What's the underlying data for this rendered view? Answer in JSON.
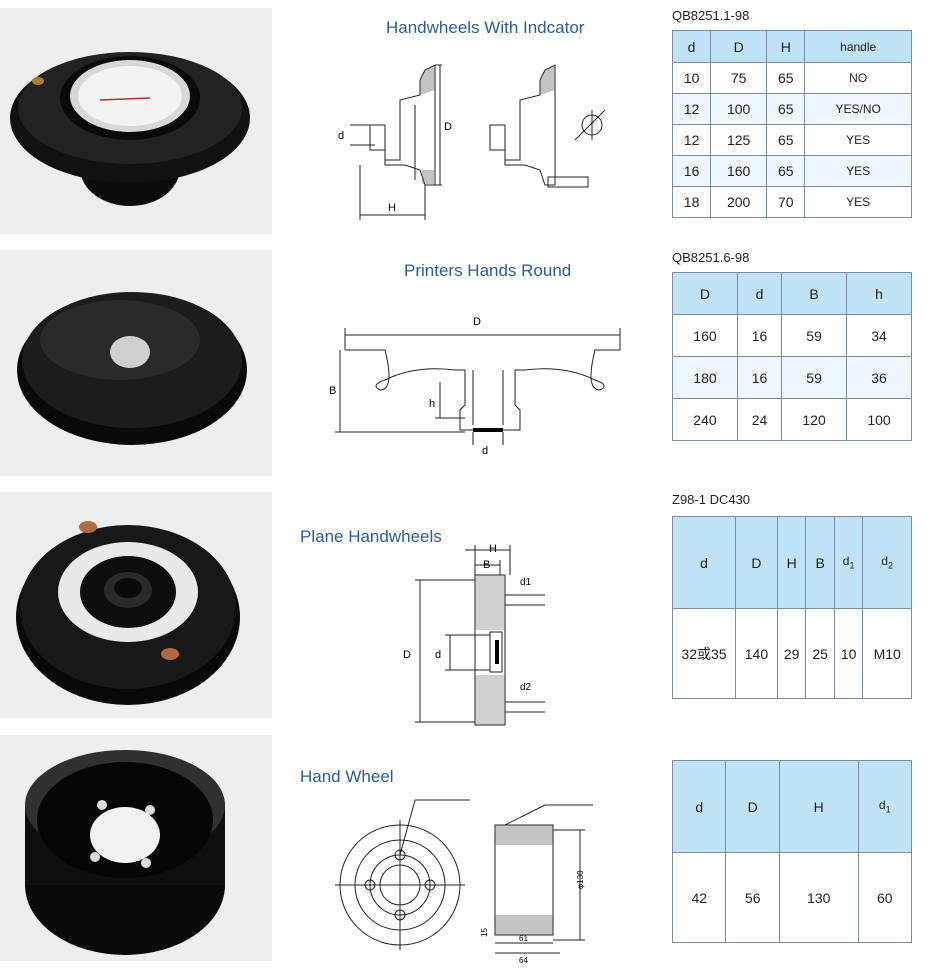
{
  "sections": [
    {
      "title": "Handwheels With Indcator",
      "code": "QB8251.1-98",
      "headers": [
        "d",
        "D",
        "H",
        "handle"
      ],
      "rows": [
        [
          "10",
          "75",
          "65",
          "NO"
        ],
        [
          "12",
          "100",
          "65",
          "YES/NO"
        ],
        [
          "12",
          "125",
          "65",
          "YES"
        ],
        [
          "16",
          "160",
          "65",
          "YES"
        ],
        [
          "18",
          "200",
          "70",
          "YES"
        ]
      ],
      "dims": [
        "d",
        "D",
        "H"
      ]
    },
    {
      "title": "Printers Hands Round",
      "code": "QB8251.6-98",
      "headers": [
        "D",
        "d",
        "B",
        "h"
      ],
      "rows": [
        [
          "160",
          "16",
          "59",
          "34"
        ],
        [
          "180",
          "16",
          "59",
          "36"
        ],
        [
          "240",
          "24",
          "120",
          "100"
        ]
      ],
      "dims": [
        "D",
        "B",
        "h",
        "d"
      ]
    },
    {
      "title": "Plane Handwheels",
      "code": "Z98-1 DC430",
      "headers": [
        "d",
        "D",
        "H",
        "B",
        "d1",
        "d2"
      ],
      "rows": [
        [
          "32或35",
          "140",
          "29",
          "25",
          "10",
          "M10"
        ]
      ],
      "dims": [
        "H",
        "B",
        "d1",
        "D",
        "d",
        "d2"
      ]
    },
    {
      "title": "Hand Wheel",
      "code": "",
      "headers": [
        "d",
        "D",
        "H",
        "d1"
      ],
      "rows": [
        [
          "42",
          "56",
          "130",
          "60"
        ]
      ],
      "dims": [
        "15",
        "61",
        "64",
        "φ130"
      ]
    }
  ],
  "colors": {
    "title_blue": "#2b5aa3",
    "header_bg": "#bfe3f5",
    "photo_bg": "#eeeeee"
  }
}
